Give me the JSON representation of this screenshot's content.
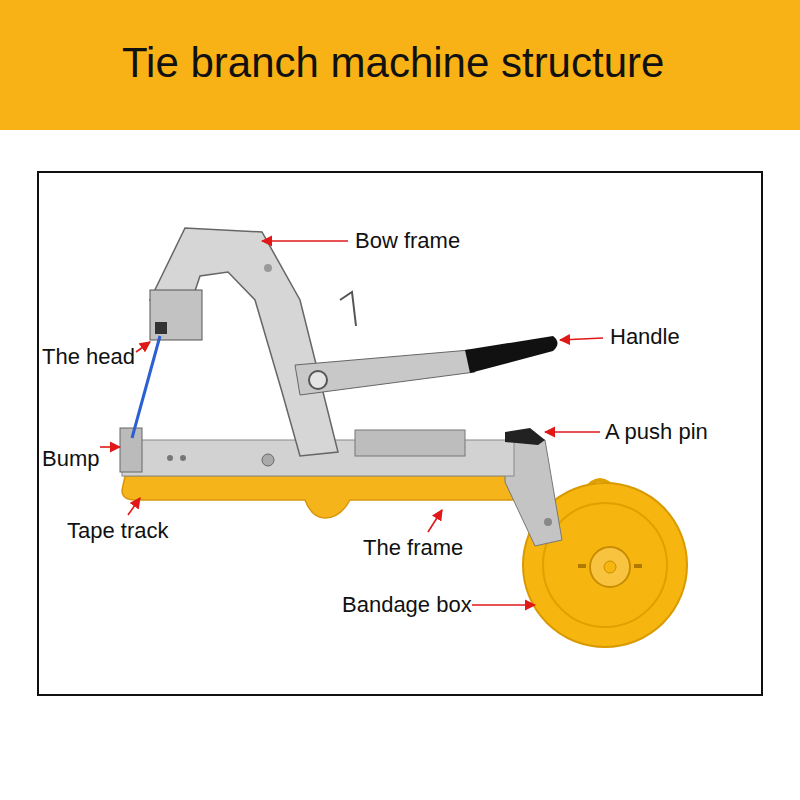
{
  "diagram": {
    "title": "Tie branch machine structure",
    "labels": [
      "Bow frame",
      "Handle",
      "The head",
      "A push pin",
      "Bump",
      "Tape track",
      "The frame",
      "Bandage box"
    ]
  }
}
